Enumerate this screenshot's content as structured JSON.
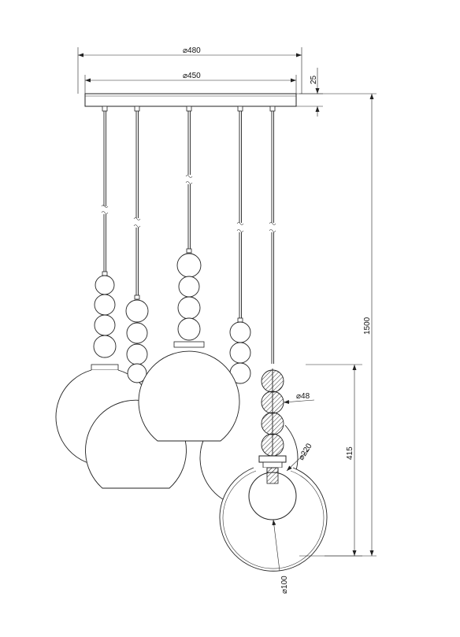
{
  "drawing": {
    "dimensions": {
      "canopy_outer": "⌀480",
      "canopy_inner": "⌀450",
      "canopy_height": "25",
      "total_height": "1500",
      "shade_height": "415",
      "bead": "⌀48",
      "shade": "⌀220",
      "inner_shade": "⌀100"
    }
  }
}
